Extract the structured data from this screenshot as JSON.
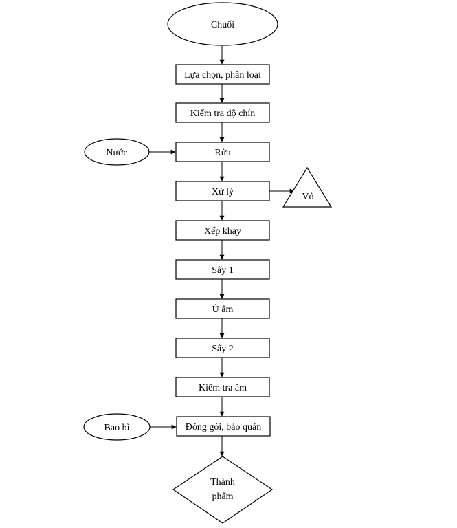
{
  "start": "Chuối",
  "steps": [
    "Lựa chọn, phân loại",
    "Kiểm tra độ chín",
    "Rửa",
    "Xử lý",
    "Xếp khay",
    "Sấy 1",
    "Ủ ẩm",
    "Sấy 2",
    "Kiểm tra ẩm",
    "Đóng gói, bảo quản"
  ],
  "inputs": {
    "water": "Nước",
    "packaging": "Bao bì"
  },
  "outputs": {
    "peel": "Vỏ"
  },
  "end": {
    "line1": "Thành",
    "line2": "phẩm"
  },
  "colors": {
    "stroke": "#000000",
    "fill": "#ffffff"
  }
}
